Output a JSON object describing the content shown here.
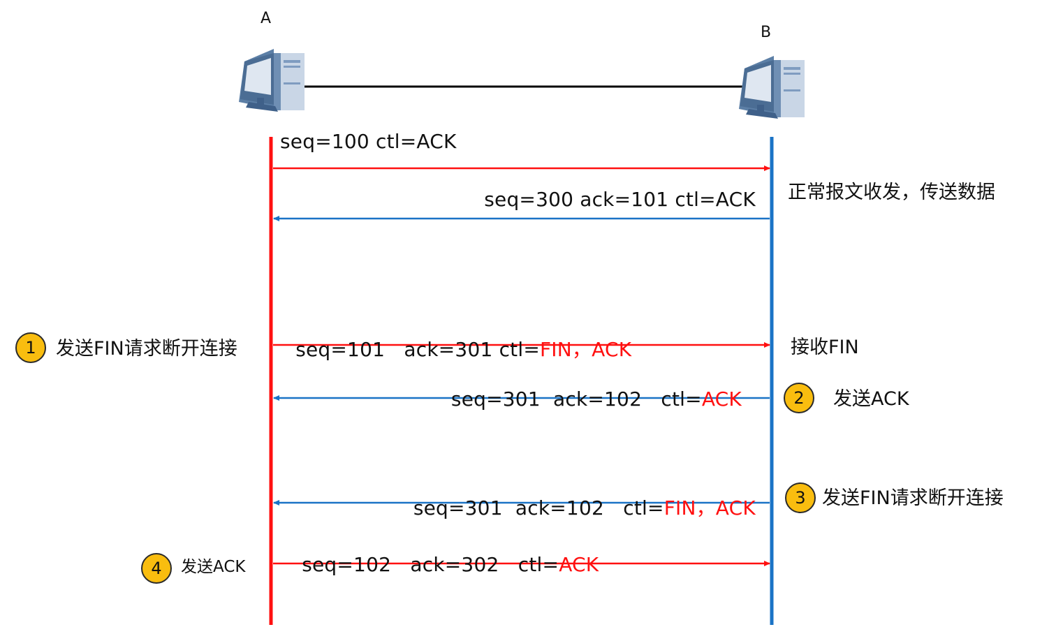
{
  "hosts": {
    "a": {
      "label": "A"
    },
    "b": {
      "label": "B"
    }
  },
  "colors": {
    "host_a_line": "#ff1010",
    "host_b_line": "#1a73c6",
    "highlight_text": "#ff1010",
    "badge_fill": "#f9bd0f"
  },
  "messages": [
    {
      "direction": "A->B",
      "text_plain": "seq=100 ctl=ACK",
      "text_highlight": ""
    },
    {
      "direction": "B->A",
      "text_plain": "seq=300 ack=101 ctl=ACK",
      "text_highlight": ""
    },
    {
      "direction": "A->B",
      "text_plain": "seq=101   ack=301 ctl=",
      "text_highlight": "FIN，ACK"
    },
    {
      "direction": "B->A",
      "text_plain": "seq=301  ack=102   ctl=",
      "text_highlight": "ACK"
    },
    {
      "direction": "B->A",
      "text_plain": "seq=301  ack=102   ctl=",
      "text_highlight": "FIN，ACK"
    },
    {
      "direction": "A->B",
      "text_plain": "seq=102   ack=302   ctl=",
      "text_highlight": "ACK"
    }
  ],
  "notes": {
    "normal_transfer": "正常报文收发，传送数据",
    "receive_fin": "接收FIN"
  },
  "steps": [
    {
      "number": "1",
      "label": "发送FIN请求断开连接",
      "side": "A"
    },
    {
      "number": "2",
      "label": "发送ACK",
      "side": "B"
    },
    {
      "number": "3",
      "label": "发送FIN请求断开连接",
      "side": "B"
    },
    {
      "number": "4",
      "label": "发送ACK",
      "side": "A"
    }
  ]
}
